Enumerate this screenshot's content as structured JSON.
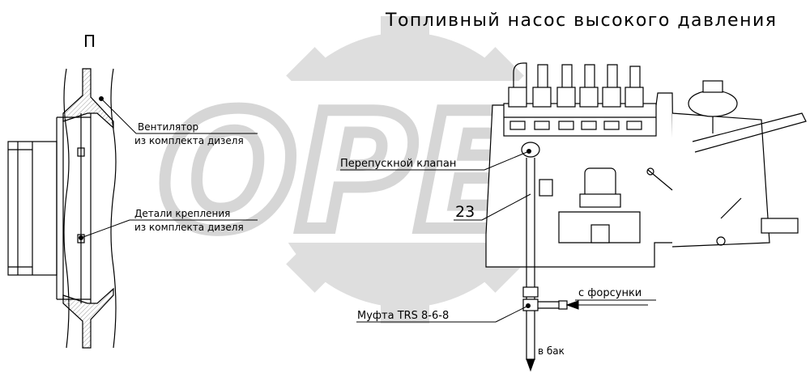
{
  "title": "Топливный насос высокого давления",
  "view_label": "П",
  "watermark": "OPEX",
  "callouts": {
    "fan": {
      "line1": "Вентилятор",
      "line2": "из комплекта дизеля"
    },
    "mount": {
      "line1": "Детали крепления",
      "line2": "из комплекта дизеля"
    },
    "bypass_valve": "Перепускной клапан",
    "item_number": "23",
    "from_injectors": "с форсунки",
    "coupling": "Муфта TRS 8-6-8",
    "to_tank": "в бак"
  },
  "colors": {
    "line": "#000000",
    "watermark": "#dcdcdc",
    "hatch": "#9a9a9a"
  }
}
